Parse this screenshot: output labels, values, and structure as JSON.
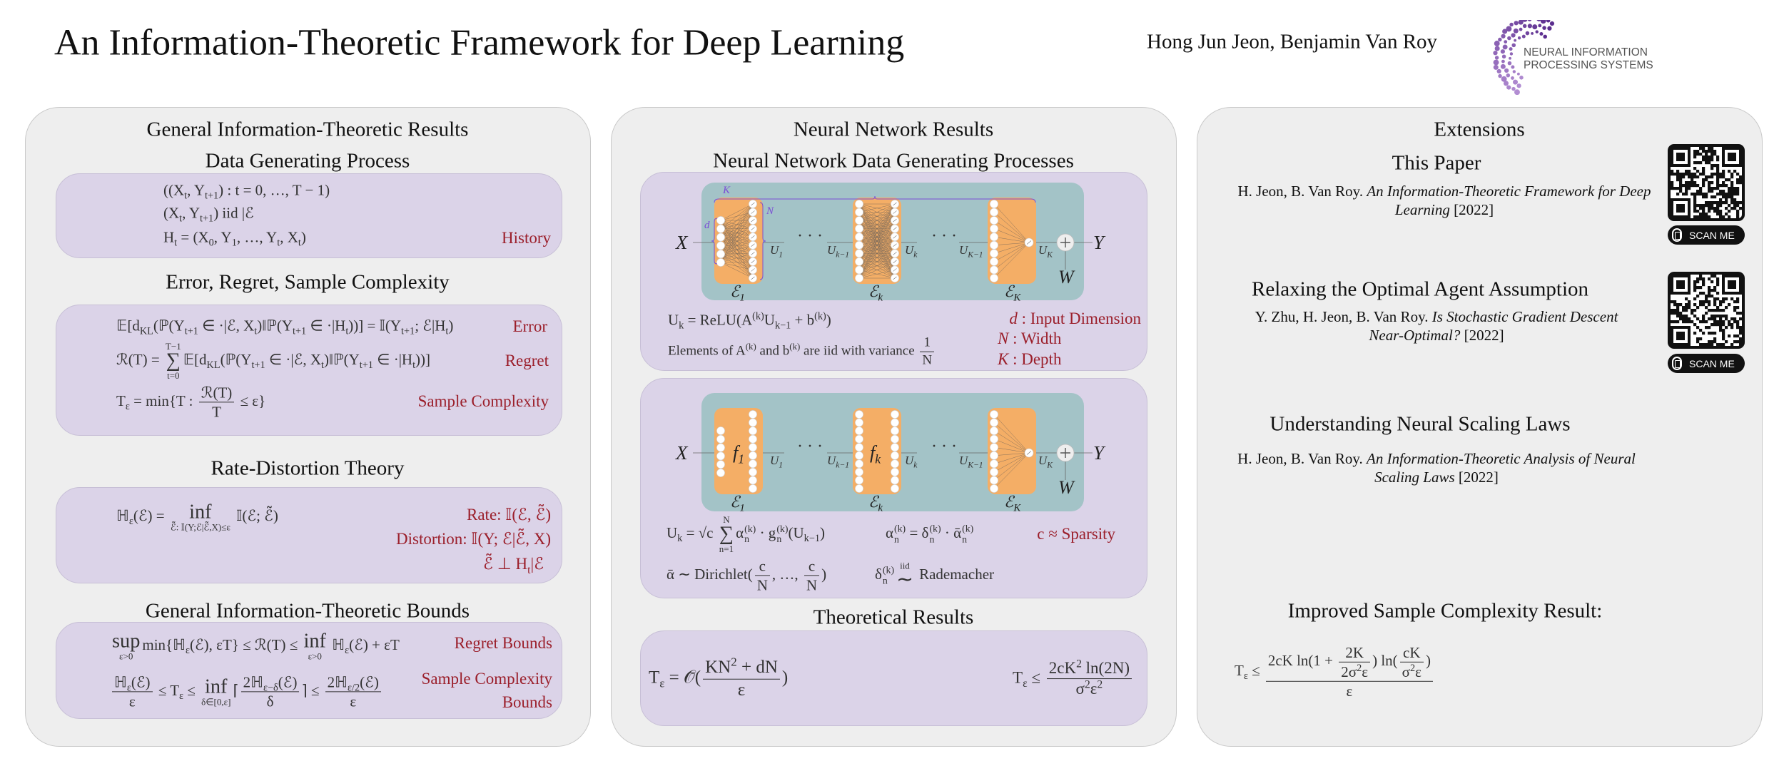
{
  "header": {
    "title": "An Information-Theoretic Framework for Deep Learning",
    "authors": "Hong Jun Jeon, Benjamin Van Roy",
    "logo": {
      "line1": "NEURAL INFORMATION",
      "line2": "PROCESSING SYSTEMS",
      "colors": [
        "#5b2d8e",
        "#b48fd4"
      ]
    }
  },
  "colors": {
    "panel": "#eeeeee",
    "box": "#dbd3e8",
    "label_red": "#9b1f2b",
    "diagram_teal": "#a3c3c7",
    "diagram_orange": "#f4ae66",
    "annotation_purple": "#7b4fd6"
  },
  "left": {
    "title": "General Information-Theoretic Results",
    "dgp": {
      "heading": "Data Generating Process",
      "lines": [
        [
          {
            "t": "((X"
          },
          {
            "sub": "t"
          },
          {
            "t": ", Y"
          },
          {
            "sub": "t+1"
          },
          {
            "t": ") : t = 0, …, T − 1)"
          }
        ],
        [
          {
            "t": "(X"
          },
          {
            "sub": "t"
          },
          {
            "t": ", Y"
          },
          {
            "sub": "t+1"
          },
          {
            "t": ") iid |ℰ"
          }
        ],
        [
          {
            "t": "H"
          },
          {
            "sub": "t"
          },
          {
            "t": " = (X"
          },
          {
            "sub": "0"
          },
          {
            "t": ", Y"
          },
          {
            "sub": "1"
          },
          {
            "t": ", …, Y"
          },
          {
            "sub": "t"
          },
          {
            "t": ", X"
          },
          {
            "sub": "t"
          },
          {
            "t": ")"
          }
        ]
      ],
      "label": "History"
    },
    "ers": {
      "heading": "Error, Regret, Sample Complexity",
      "error_eq": [
        {
          "t": "𝔼[d"
        },
        {
          "sub": "KL"
        },
        {
          "t": "(ℙ(Y"
        },
        {
          "sub": "t+1"
        },
        {
          "t": " ∈ ·|ℰ, X"
        },
        {
          "sub": "t"
        },
        {
          "t": ")‖ℙ(Y"
        },
        {
          "sub": "t+1"
        },
        {
          "t": " ∈ ·|H"
        },
        {
          "sub": "t"
        },
        {
          "t": "))] = 𝕀(Y"
        },
        {
          "sub": "t+1"
        },
        {
          "t": "; ℰ|H"
        },
        {
          "sub": "t"
        },
        {
          "t": ")"
        }
      ],
      "error_label": "Error",
      "regret_eq": [
        {
          "t": "ℛ(T) = "
        },
        {
          "op": "∑",
          "over": "T−1",
          "under": "t=0"
        },
        {
          "t": "𝔼[d"
        },
        {
          "sub": "KL"
        },
        {
          "t": "(ℙ(Y"
        },
        {
          "sub": "t+1"
        },
        {
          "t": " ∈ ·|ℰ, X"
        },
        {
          "sub": "t"
        },
        {
          "t": ")‖ℙ(Y"
        },
        {
          "sub": "t+1"
        },
        {
          "t": " ∈ ·|H"
        },
        {
          "sub": "t"
        },
        {
          "t": "))]"
        }
      ],
      "regret_label": "Regret",
      "sample_eq": [
        {
          "t": "T"
        },
        {
          "sub": "ε"
        },
        {
          "t": " = min{T : "
        },
        {
          "num": "ℛ(T)",
          "den": "T"
        },
        {
          "t": " ≤ ε}"
        }
      ],
      "sample_label": "Sample Complexity"
    },
    "rd": {
      "heading": "Rate-Distortion Theory",
      "eq": [
        {
          "t": "ℍ"
        },
        {
          "sub": "ε"
        },
        {
          "t": "(ℰ) = "
        },
        {
          "op": "inf",
          "under": "ℰ̃: 𝕀(Y;ℰ|ℰ̃,X)≤ε"
        },
        {
          "t": " 𝕀(ℰ; ℰ̃)"
        }
      ],
      "rate_label": "Rate: 𝕀(ℰ, ℰ̃)",
      "distortion_label": "Distortion: 𝕀(Y; ℰ|ℰ̃, X)",
      "independence": [
        {
          "t": "ℰ̃ ⊥ H"
        },
        {
          "sub": "t"
        },
        {
          "t": "|ℰ"
        }
      ]
    },
    "bounds": {
      "heading": "General Information-Theoretic Bounds",
      "regret_eq": [
        {
          "op": "sup",
          "under": "ε>0"
        },
        {
          "t": "min{ℍ"
        },
        {
          "sub": "ε"
        },
        {
          "t": "(ℰ), εT} ≤ ℛ(T) ≤ "
        },
        {
          "op": "inf",
          "under": "ε>0"
        },
        {
          "t": " ℍ"
        },
        {
          "sub": "ε"
        },
        {
          "t": "(ℰ) + εT"
        }
      ],
      "regret_label": "Regret Bounds",
      "sample_eq": [
        {
          "num": [
            {
              "t": "ℍ"
            },
            {
              "sub": "ε"
            },
            {
              "t": "(ℰ)"
            }
          ],
          "den": "ε"
        },
        {
          "t": " ≤ T"
        },
        {
          "sub": "ε"
        },
        {
          "t": " ≤ "
        },
        {
          "op": "inf",
          "under": "δ∈[0,ε]"
        },
        {
          "t": "⌈"
        },
        {
          "num": [
            {
              "t": "2ℍ"
            },
            {
              "sub": "ε−δ"
            },
            {
              "t": "(ℰ)"
            }
          ],
          "den": "δ"
        },
        {
          "t": "⌉ ≤ "
        },
        {
          "num": [
            {
              "t": "2ℍ"
            },
            {
              "sub": "ε/2"
            },
            {
              "t": "(ℰ)"
            }
          ],
          "den": "ε"
        }
      ],
      "sample_label_1": "Sample Complexity",
      "sample_label_2": "Bounds"
    }
  },
  "middle": {
    "title": "Neural Network Results",
    "nndgp": {
      "heading": "Neural Network Data Generating Processes",
      "relu_eq": [
        {
          "t": "U"
        },
        {
          "sub": "k"
        },
        {
          "t": " = ReLU(A"
        },
        {
          "sup": "(k)"
        },
        {
          "t": "U"
        },
        {
          "sub": "k−1"
        },
        {
          "t": " + b"
        },
        {
          "sup": "(k)"
        },
        {
          "t": ")"
        }
      ],
      "variance_eq": [
        {
          "t": "Elements of A"
        },
        {
          "sup": "(k)"
        },
        {
          "t": " and b"
        },
        {
          "sup": "(k)"
        },
        {
          "t": " are iid with variance "
        },
        {
          "num": "1",
          "den": "N"
        }
      ],
      "legend": [
        {
          "sym": "d",
          "text": " : Input Dimension"
        },
        {
          "sym": "N",
          "text": " : Width"
        },
        {
          "sym": "K",
          "text": " : Depth"
        }
      ],
      "sparse_eq": [
        {
          "t": "U"
        },
        {
          "sub": "k"
        },
        {
          "t": " = √c "
        },
        {
          "op": "∑",
          "over": "N",
          "under": "n=1"
        },
        {
          "t": "α"
        },
        {
          "sb": "n",
          "sp": "(k)"
        },
        {
          "t": " · g"
        },
        {
          "sb": "n",
          "sp": "(k)"
        },
        {
          "t": "(U"
        },
        {
          "sub": "k−1"
        },
        {
          "t": ")"
        }
      ],
      "alpha_eq": [
        {
          "t": "α"
        },
        {
          "sb": "n",
          "sp": "(k)"
        },
        {
          "t": " = δ"
        },
        {
          "sb": "n",
          "sp": "(k)"
        },
        {
          "t": " · ᾱ"
        },
        {
          "sb": "n",
          "sp": "(k)"
        }
      ],
      "sparsity_label": "c ≈ Sparsity",
      "dirichlet_eq": [
        {
          "t": "ᾱ ∼ Dirichlet("
        },
        {
          "num": "c",
          "den": "N"
        },
        {
          "t": ", …, "
        },
        {
          "num": "c",
          "den": "N"
        },
        {
          "t": ")"
        }
      ],
      "rademacher_eq": [
        {
          "t": "δ"
        },
        {
          "sb": "n",
          "sp": "(k)"
        },
        {
          "op": "∼",
          "over": "iid"
        },
        {
          "t": " Rademacher"
        }
      ]
    },
    "diagram": {
      "x": "X",
      "y": "Y",
      "w": "W",
      "dots": "· · ·",
      "u": [
        {
          "m": "U",
          "s": "1"
        },
        {
          "m": "U",
          "s": "k−1"
        },
        {
          "m": "U",
          "s": "k"
        },
        {
          "m": "U",
          "s": "K−1"
        },
        {
          "m": "U",
          "s": "K"
        }
      ],
      "e": [
        {
          "m": "ℰ",
          "s": "1"
        },
        {
          "m": "ℰ",
          "s": "k"
        },
        {
          "m": "ℰ",
          "s": "K"
        }
      ],
      "f": [
        {
          "m": "f",
          "s": "1"
        },
        {
          "m": "f",
          "s": "k"
        }
      ],
      "k": "K",
      "n": "N",
      "d": "d"
    },
    "theory": {
      "heading": "Theoretical Results",
      "left_eq": [
        {
          "t": "T"
        },
        {
          "sub": "ε"
        },
        {
          "t": " = 𝒪̃("
        },
        {
          "num": [
            {
              "t": "KN"
            },
            {
              "sup": "2"
            },
            {
              "t": " + dN"
            }
          ],
          "den": "ε"
        },
        {
          "t": ")"
        }
      ],
      "right_eq": [
        {
          "t": "T"
        },
        {
          "sub": "ε"
        },
        {
          "t": " ≤ "
        },
        {
          "num": [
            {
              "t": "2cK"
            },
            {
              "sup": "2"
            },
            {
              "t": " ln(2N)"
            }
          ],
          "den": [
            {
              "t": "σ"
            },
            {
              "sup": "2"
            },
            {
              "t": "ε"
            },
            {
              "sup": "2"
            }
          ]
        }
      ]
    }
  },
  "right": {
    "title": "Extensions",
    "items": [
      {
        "heading": "This Paper",
        "authors": "H. Jeon, B. Van Roy. ",
        "paper": "An Information-Theoretic Framework for Deep Learning",
        "year": " [2022]",
        "scan": "SCAN ME"
      },
      {
        "heading": "Relaxing the Optimal Agent Assumption",
        "authors": "Y. Zhu, H. Jeon, B. Van Roy. ",
        "paper": "Is Stochastic Gradient Descent Near-Optimal?",
        "year": " [2022]",
        "scan": "SCAN ME"
      },
      {
        "heading": "Understanding Neural Scaling Laws",
        "authors": "H. Jeon, B. Van Roy. ",
        "paper": "An Information-Theoretic Analysis of Neural Scaling Laws",
        "year": " [2022]"
      }
    ],
    "improved": {
      "heading": "Improved Sample Complexity Result:",
      "eq": [
        {
          "t": "T"
        },
        {
          "sub": "ε"
        },
        {
          "t": " ≤ "
        },
        {
          "num": [
            {
              "t": "2cK ln(1 + "
            },
            {
              "num": "2K",
              "den": [
                {
                  "t": "2σ"
                },
                {
                  "sup": "2"
                },
                {
                  "t": "ε"
                }
              ]
            },
            {
              "t": ") ln("
            },
            {
              "num": "cK",
              "den": [
                {
                  "t": "σ"
                },
                {
                  "sup": "2"
                },
                {
                  "t": "ε"
                }
              ]
            },
            {
              "t": ")"
            }
          ],
          "den": "ε"
        }
      ]
    }
  }
}
